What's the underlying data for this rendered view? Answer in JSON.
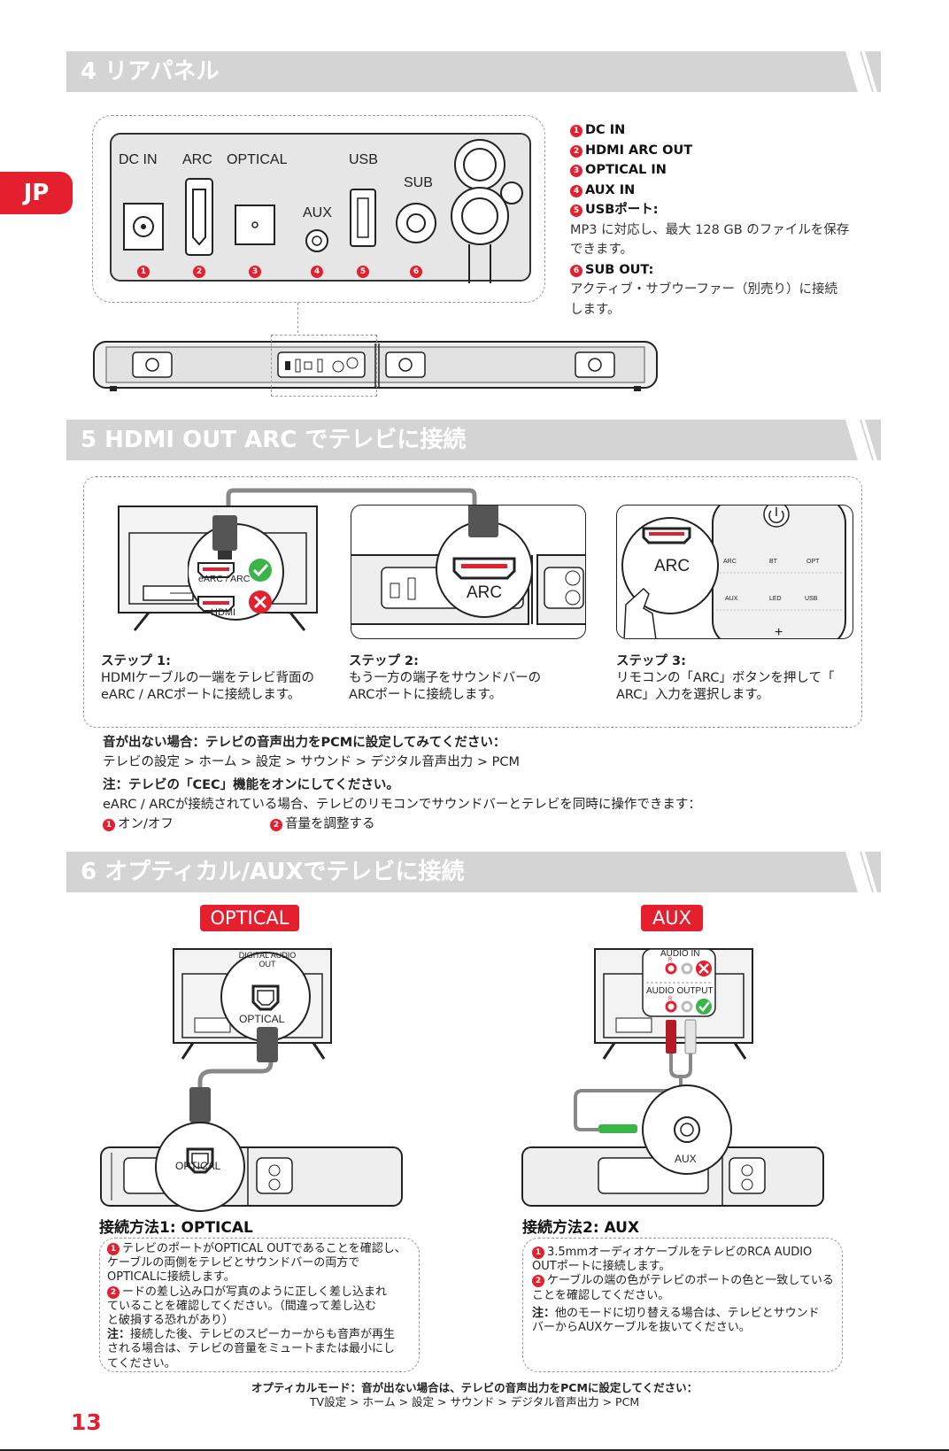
{
  "side_tab": "JP",
  "page_number": "13",
  "sections": {
    "s4": {
      "title": "4 リアパネル"
    },
    "s5": {
      "title": "5 HDMI OUT ARC でテレビに接続"
    },
    "s6": {
      "title": "6 オプティカル/AUXでテレビに接続"
    }
  },
  "rear_panel": {
    "port_labels": [
      "DC IN",
      "ARC",
      "OPTICAL",
      "AUX",
      "USB",
      "SUB"
    ],
    "markers": [
      "1",
      "2",
      "3",
      "4",
      "5",
      "6"
    ]
  },
  "legend": {
    "i1": {
      "num": "1",
      "title": "DC IN"
    },
    "i2": {
      "num": "2",
      "title": "HDMI ARC OUT"
    },
    "i3": {
      "num": "3",
      "title": "OPTICAL IN"
    },
    "i4": {
      "num": "4",
      "title": "AUX IN"
    },
    "i5": {
      "num": "5",
      "title": "USBポート:",
      "desc1": "MP3 に対応し、最大 128 GB のファイルを保存",
      "desc2": "できます。"
    },
    "i6": {
      "num": "6",
      "title": "SUB OUT:",
      "desc1": "アクティブ・サブウーファー（別売り）に接続",
      "desc2": "します。"
    }
  },
  "hdmi_illus": {
    "earc_label": "eARC / ARC",
    "hdmi_label": "HDMI",
    "arc_label": "ARC",
    "arc_button": "ARC",
    "remote_labels": [
      "ARC",
      "BT",
      "OPT",
      "AUX",
      "LED",
      "USB"
    ]
  },
  "steps": [
    {
      "title": "ステップ 1:",
      "line1": "HDMIケーブルの一端をテレビ背面の",
      "line2": "eARC / ARCポートに接続します。"
    },
    {
      "title": "ステップ 2:",
      "line1": "もう一方の端子をサウンドバーの",
      "line2": "ARCポートに接続します。"
    },
    {
      "title": "ステップ 3:",
      "line1": "リモコンの「ARC」ボタンを押して「",
      "line2": "ARC」入力を選択します。"
    }
  ],
  "notes": {
    "nosound_title": "音が出ない場合：テレビの音声出力をPCMに設定してみてください：",
    "nosound_path": "テレビの設定 > ホーム > 設定 > サウンド > デジタル音声出力 > PCM",
    "cec_title": "注：テレビの「CEC」機能をオンにしてください。",
    "cec_desc": "eARC / ARCが接続されている場合、テレビのリモコンでサウンドバーとテレビを同時に操作できます：",
    "cec_opt1_num": "1",
    "cec_opt1": "オン/オフ",
    "cec_opt2_num": "2",
    "cec_opt2": "音量を調整する"
  },
  "optical": {
    "pill": "OPTICAL",
    "tv_port_line1": "DIGITAL AUDIO",
    "tv_port_line2": "OUT",
    "tv_port_label": "OPTICAL",
    "bar_port_label": "OPTICAL",
    "method_title": "接続方法1: OPTICAL",
    "p1_num": "1",
    "p1": [
      "テレビのポートがOPTICAL OUTであることを確認し、",
      "ケーブルの両側をテレビとサウンドバーの両方で",
      "OPTICALに接続します。"
    ],
    "p2_num": "2",
    "p2": [
      "ードの差し込み口が写真のように正しく差し込まれ",
      "ていることを確認してください。（間違って差し込む",
      "と破損する恐れがあり）"
    ],
    "note_label": "注：",
    "note": [
      "接続した後、テレビのスピーカーからも音声が再生",
      "される場合は、テレビの音量をミュートまたは最小にし",
      "てください。"
    ]
  },
  "aux": {
    "pill": "AUX",
    "audio_in": "AUDIO IN",
    "audio_output": "AUDIO OUTPUT",
    "r_label": "R",
    "bar_port_label": "AUX",
    "method_title": "接続方法2: AUX",
    "p1_num": "1",
    "p1": [
      "3.5mmオーディオケーブルをテレビのRCA AUDIO",
      "OUTポートに接続します。"
    ],
    "p2_num": "2",
    "p2": [
      "ケーブルの端の色がテレビのポートの色と一致している",
      "ことを確認してください。"
    ],
    "note_label": "注：",
    "note": [
      "他のモードに切り替える場合は、テレビとサウンド",
      "バーからAUXケーブルを抜いてください。"
    ]
  },
  "footer": {
    "line1": "オプティカルモード：音が出ない場合は、テレビの音声出力をPCMに設定してください：",
    "line2": "TV設定 > ホーム > 設定 > サウンド > デジタル音声出力 > PCM"
  },
  "colors": {
    "accent": "#e4202f",
    "banner": "#d4d4d4",
    "ok": "#3bb54a"
  }
}
